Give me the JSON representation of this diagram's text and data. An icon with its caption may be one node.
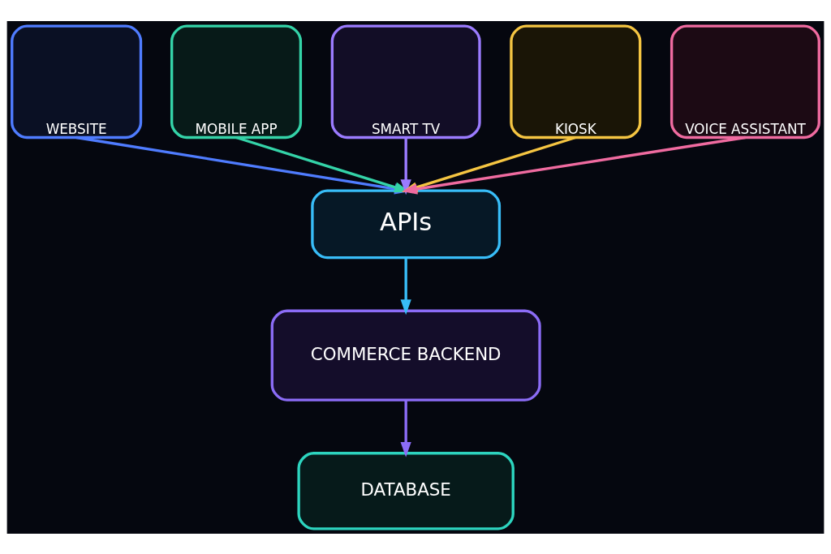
{
  "diagram": {
    "nodes": [
      {
        "text": [
          "WEBSITE"
        ]
      },
      {
        "text": [
          "MOBILE APP"
        ]
      },
      {
        "text": [
          "SMART TV"
        ]
      },
      {
        "text": [
          "KIOSK"
        ]
      },
      {
        "text": [
          "VOICE ASSISTANT"
        ]
      },
      {
        "text": [
          "APIs"
        ]
      },
      {
        "text": [
          "COMMERCE BACKEND"
        ]
      },
      {
        "text": [
          "DATABASE"
        ]
      }
    ],
    "edges": [
      {
        "from": 0,
        "to": 5,
        "arrow": "to",
        "color": "#4f7cff"
      },
      {
        "from": 1,
        "to": 5,
        "arrow": "to",
        "color": "#34d3a8"
      },
      {
        "from": 2,
        "to": 5,
        "arrow": "to",
        "color": "#9b7bff"
      },
      {
        "from": 3,
        "to": 5,
        "arrow": "to",
        "color": "#f5c542"
      },
      {
        "from": 4,
        "to": 5,
        "arrow": "to",
        "color": "#f06ba0"
      },
      {
        "from": 5,
        "to": 6,
        "arrow": "to",
        "color": "#38bdf8"
      },
      {
        "from": 6,
        "to": 7,
        "arrow": "to",
        "color": "#8b6cf6"
      }
    ]
  }
}
